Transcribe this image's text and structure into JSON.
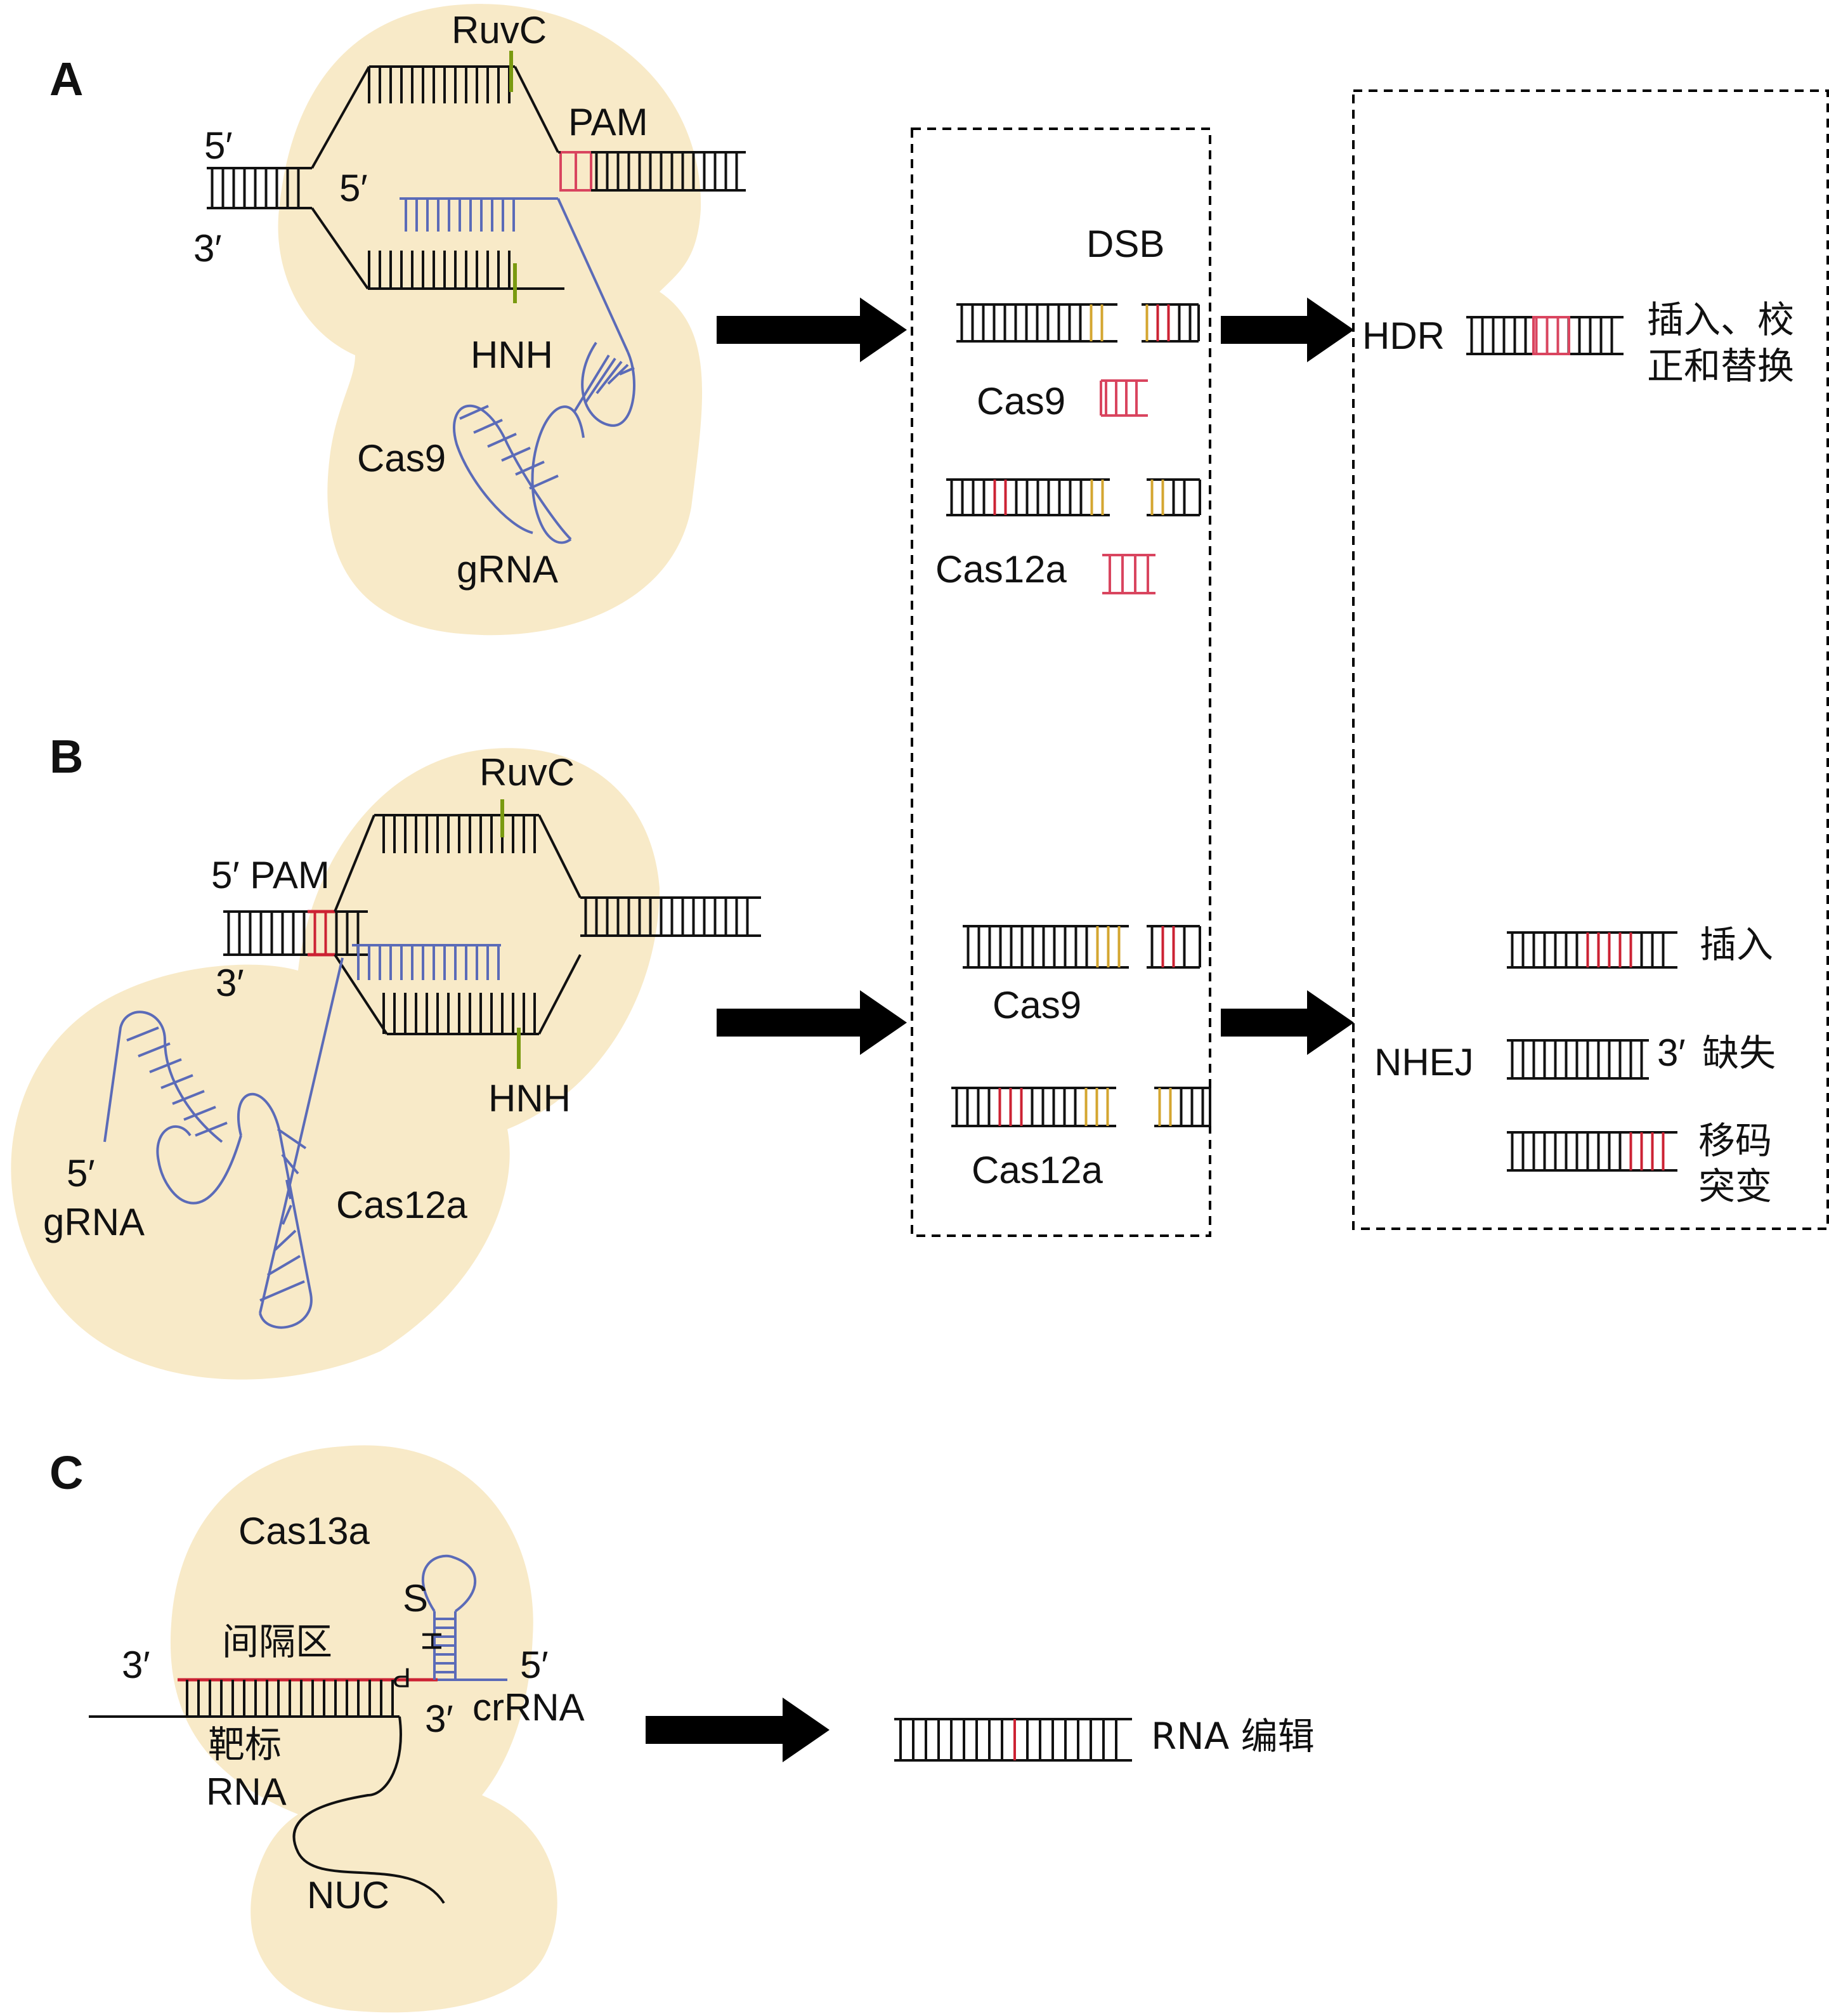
{
  "colors": {
    "blob": "#f8eac8",
    "dna": "#111111",
    "rna": "#5b6bb8",
    "pam": "#d9455f",
    "cut_mark": "#7a9a10",
    "cut_end": "#d4a630",
    "edit": "#cc2233",
    "arrow": "#000000",
    "box_border": "#000000"
  },
  "panel_a": {
    "label": "A",
    "five_prime_top": "5′",
    "three_prime_bottom": "3′",
    "five_prime_inner": "5′",
    "ruvc": "RuvC",
    "pam": "PAM",
    "hnh": "HNH",
    "protein": "Cas9",
    "guide": "gRNA"
  },
  "panel_b": {
    "label": "B",
    "five_prime_pam": "5′ PAM",
    "three_prime": "3′",
    "ruvc": "RuvC",
    "hnh": "HNH",
    "protein": "Cas12a",
    "five_prime_guide": "5′",
    "guide": "gRNA"
  },
  "panel_c": {
    "label": "C",
    "protein": "Cas13a",
    "spacer": "间隔区",
    "three_prime_left": "3′",
    "five_prime_right": "5′",
    "three_prime_crrna": "3′",
    "crrna": "crRNA",
    "target_line1": "靶标",
    "target_line2": "RNA",
    "nuc": "NUC",
    "stem_s": "S",
    "stem_h": "H",
    "stem_p": "P",
    "result": "RNA 编辑"
  },
  "dsb_box": {
    "title": "DSB",
    "a_cas9": "Cas9",
    "a_cas12a": "Cas12a",
    "b_cas9": "Cas9",
    "b_cas12a": "Cas12a"
  },
  "repair_box": {
    "hdr": "HDR",
    "hdr_result_line1": "插入、校",
    "hdr_result_line2": "正和替换",
    "nhej": "NHEJ",
    "insert": "插入",
    "three_prime": "3′",
    "deletion": "缺失",
    "frameshift_line1": "移码",
    "frameshift_line2": "突变"
  }
}
